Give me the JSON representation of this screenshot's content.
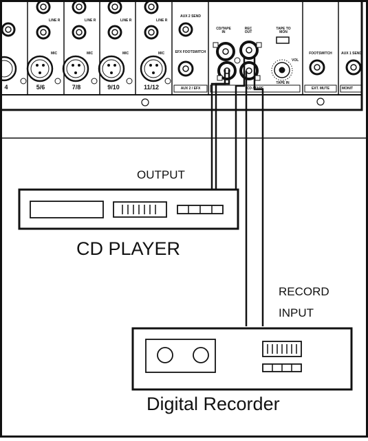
{
  "mixer": {
    "channel_numbers": [
      "4",
      "5/6",
      "7/8",
      "9/10",
      "11/12"
    ],
    "small_labels": {
      "aux2_send": "AUX 2 SEND",
      "efx_footswitch": "EFX FOOTSWITCH",
      "aux2_efx": "AUX 2 / EFX",
      "cd_tape_in": "CD/TAPE IN",
      "rec_out": "REC OUT",
      "tape_to_mon": "TAPE TO MON",
      "vol": "VOL",
      "tape_in": "TAPE IN",
      "cd_tape": "CD / TAPE",
      "footswitch": "FOOTSWITCH",
      "ext_mute": "EXT. MUTE",
      "aux1_send": "AUX 1 SEND",
      "monitor": "MONIT",
      "mic": "MIC",
      "line": "LINE R"
    }
  },
  "cd_player": {
    "output_label": "OUTPUT",
    "name": "CD PLAYER"
  },
  "recorder": {
    "record_input_line1": "RECORD",
    "record_input_line2": "INPUT",
    "name": "Digital Recorder"
  }
}
